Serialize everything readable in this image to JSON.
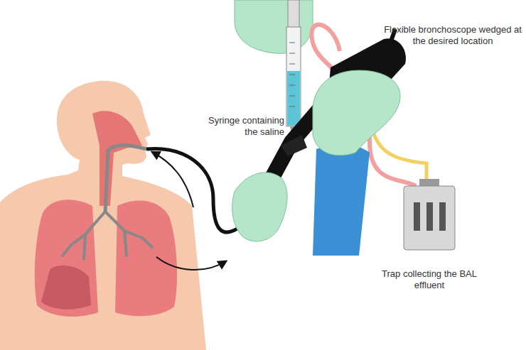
{
  "diagram": {
    "labels": [
      "Syringe containing the saline",
      "Flexible bronchoscope wedged at the desired location",
      "Trap collecting the BAL effluent"
    ]
  }
}
